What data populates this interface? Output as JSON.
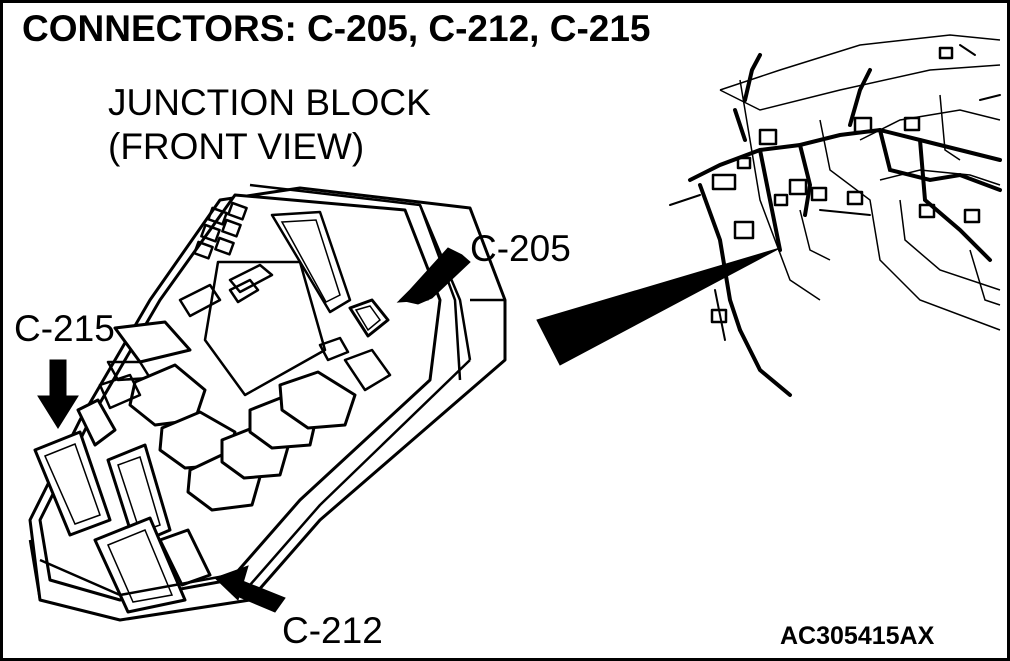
{
  "title": "CONNECTORS: C-205, C-212, C-215",
  "subtitle_line1": "JUNCTION BLOCK",
  "subtitle_line2": "(FRONT VIEW)",
  "labels": {
    "c205": "C-205",
    "c215": "C-215",
    "c212": "C-212"
  },
  "figure_code": "AC305415AX"
}
